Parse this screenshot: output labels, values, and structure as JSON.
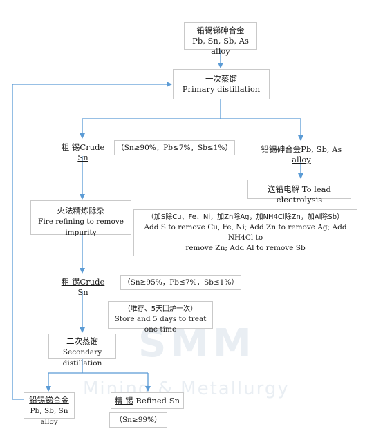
{
  "nodes": {
    "alloy_input": {
      "zh": "铅锡锑砷合金",
      "en": "Pb, Sn, Sb, As alloy"
    },
    "primary": {
      "zh": "一次蒸馏",
      "en": "Primary distillation"
    },
    "crude_tin_1": {
      "zh": "粗 锡",
      "en": "Crude Sn"
    },
    "pb_alloy": {
      "zh": "铅锡砷合金",
      "en": "Pb, Sb, As alloy"
    },
    "electrolysis": {
      "zh": "送铅电解",
      "en": "To lead electrolysis"
    },
    "fire_refining": {
      "zh": "火法精炼除杂",
      "en": "Fire refining to remove impurity"
    },
    "crude_tin_2": {
      "zh": "粗 锡",
      "en": "Crude Sn"
    },
    "secondary": {
      "zh": "二次蒸馏",
      "en": "Secondary distillation"
    },
    "pb_sn_alloy": {
      "zh": "铅锡锑合金",
      "en": "Pb, Sb, Sn alloy"
    },
    "refined_tin": {
      "zh": "精 锡",
      "en": "Refined Sn"
    }
  },
  "notes": {
    "crude1_comp": "（Sn≥90%，Pb≤7%，Sb≤1%）",
    "refining_line1": "（加S除Cu、Fe、Ni，加Zn除Ag，加NH4Cl除Zn，加Al除Sb）",
    "refining_line2": "Add S to remove Cu, Fe, Ni; Add Zn to remove Ag; Add NH4Cl to",
    "refining_line3": "remove Zn; Add Al to remove Sb",
    "crude2_comp": "（Sn≥95%，Pb≤7%，Sb≤1%）",
    "storage_zh": "（堆存、5天回炉一次）",
    "storage_en": "Store and 5 days to treat one time",
    "refined_comp": "（Sn≥99%）"
  },
  "watermark": {
    "logo": "SMM",
    "text": "Mining & Metallurgy"
  },
  "colors": {
    "arrow": "#5b9bd5",
    "border": "#c9c9c9"
  }
}
